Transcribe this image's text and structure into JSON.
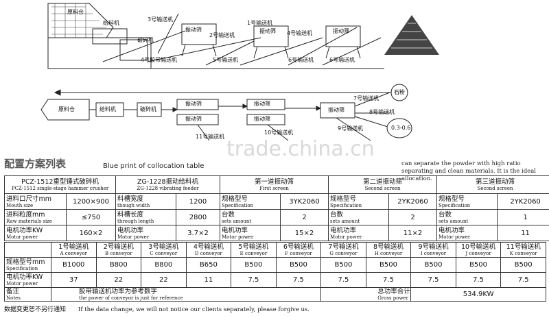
{
  "diagram_top": {
    "labels": [
      "原料仓",
      "给料机",
      "破碎机",
      "3号输送机",
      "4号胶带输送机",
      "振动筛",
      "2号输送机",
      "5号输送机",
      "振动筛",
      "1号输送机",
      "4号输送机",
      "振动筛",
      "6号输送机",
      "6号输送机"
    ]
  },
  "diagram_flow": {
    "raw_bin": "原料仓",
    "feeder": "给料机",
    "crusher": "破碎机",
    "screens": [
      "振动筛",
      "振动筛",
      "振动筛",
      "振动筛",
      "振动筛"
    ],
    "conv7": "7号输送机",
    "conv8": "8号输送机",
    "conv9": "9号输送机",
    "conv10": "10号输送机",
    "conv11": "11号输送机",
    "stone_powder": "石粉",
    "product": "0.3-0.6"
  },
  "watermark": "trade.china.cn",
  "header": {
    "title_cn": "配置方案列表",
    "title_en": "Blue print of collocation table",
    "note_en": "can separate the powder with high ratio separating and clean materials. It is the ideal allocation."
  },
  "table1": {
    "row0": [
      {
        "cn": "PCZ-1512重型锤式破碎机",
        "en": "PCZ-1512 single-stage hammer crusher"
      },
      {
        "cn": "ZG-1228振动给料机",
        "en": "ZG-1228 vibrating feeder"
      },
      {
        "cn": "第一道振动筛",
        "en": "First screen"
      },
      {
        "cn": "第二道振动筛",
        "en": "Second screen"
      },
      {
        "cn": "第三道振动筛",
        "en": "Second screen"
      }
    ],
    "rows": [
      [
        {
          "cn": "进料口尺寸mm",
          "en": "Mouth size"
        },
        "1200×900",
        {
          "cn": "料槽宽度",
          "en": "though width"
        },
        "1200",
        {
          "cn": "规格型号",
          "en": "Specification"
        },
        "3YK2060",
        {
          "cn": "规格型号",
          "en": "Specification"
        },
        "2YK2060",
        {
          "cn": "规格型号",
          "en": "Specification"
        },
        "2YK2060"
      ],
      [
        {
          "cn": "进料粒度mm",
          "en": "Raw materials size"
        },
        "≤750",
        {
          "cn": "料槽长度",
          "en": "through length"
        },
        "2800",
        {
          "cn": "台数",
          "en": "sets amount"
        },
        "2",
        {
          "cn": "台数",
          "en": "sets amount"
        },
        "2",
        {
          "cn": "台数",
          "en": "sets amount"
        },
        "1"
      ],
      [
        {
          "cn": "电机功率KW",
          "en": "Motor power"
        },
        "160×2",
        {
          "cn": "电机功率",
          "en": "Motor power"
        },
        "3.7×2",
        {
          "cn": "电机功率",
          "en": "Motor power"
        },
        "15×2",
        {
          "cn": "电机功率",
          "en": "Motor power"
        },
        "11×2",
        {
          "cn": "电机功率",
          "en": "Motor power"
        },
        "11"
      ]
    ]
  },
  "table2": {
    "conveyors": [
      {
        "cn": "1号输送机",
        "en": "A conveyor"
      },
      {
        "cn": "2号输送机",
        "en": "B conveyor"
      },
      {
        "cn": "3号输送机",
        "en": "C conveyor"
      },
      {
        "cn": "4号输送机",
        "en": "D conveyor"
      },
      {
        "cn": "5号输送机",
        "en": "E conveyor"
      },
      {
        "cn": "6号输送机",
        "en": "F conveyor"
      },
      {
        "cn": "7号输送机",
        "en": "G conveyor"
      },
      {
        "cn": "8号输送机",
        "en": "H conveyor"
      },
      {
        "cn": "9号输送机",
        "en": "I conveyor"
      },
      {
        "cn": "10号输送机",
        "en": "J conveyor"
      },
      {
        "cn": "11号输送机",
        "en": "K conveyor"
      }
    ],
    "spec_label": {
      "cn": "规格型号mm",
      "en": "Specification"
    },
    "specs": [
      "B1000",
      "B800",
      "B800",
      "B650",
      "B500",
      "B500",
      "B500",
      "B500",
      "B500",
      "B500",
      "B500"
    ],
    "power_label": {
      "cn": "电机功率KW",
      "en": "Motor power"
    },
    "powers": [
      "37",
      "22",
      "22",
      "11",
      "7.5",
      "7.5",
      "7.5",
      "7.5",
      "7.5",
      "7.5",
      "7.5"
    ],
    "notes_label": {
      "cn": "备注",
      "en": "Notes"
    },
    "notes_text": {
      "cn": "胶带输送机功率为参考数字",
      "en": "the power of conveyor is just for reference"
    },
    "gross_label": {
      "cn": "总功率合计",
      "en": "Gross power"
    },
    "gross_value": "534.9KW"
  },
  "footer": {
    "cn": "数据变更恕不另行通知",
    "en": "If the data change, we will not notice our clients separately, please forgive us."
  }
}
